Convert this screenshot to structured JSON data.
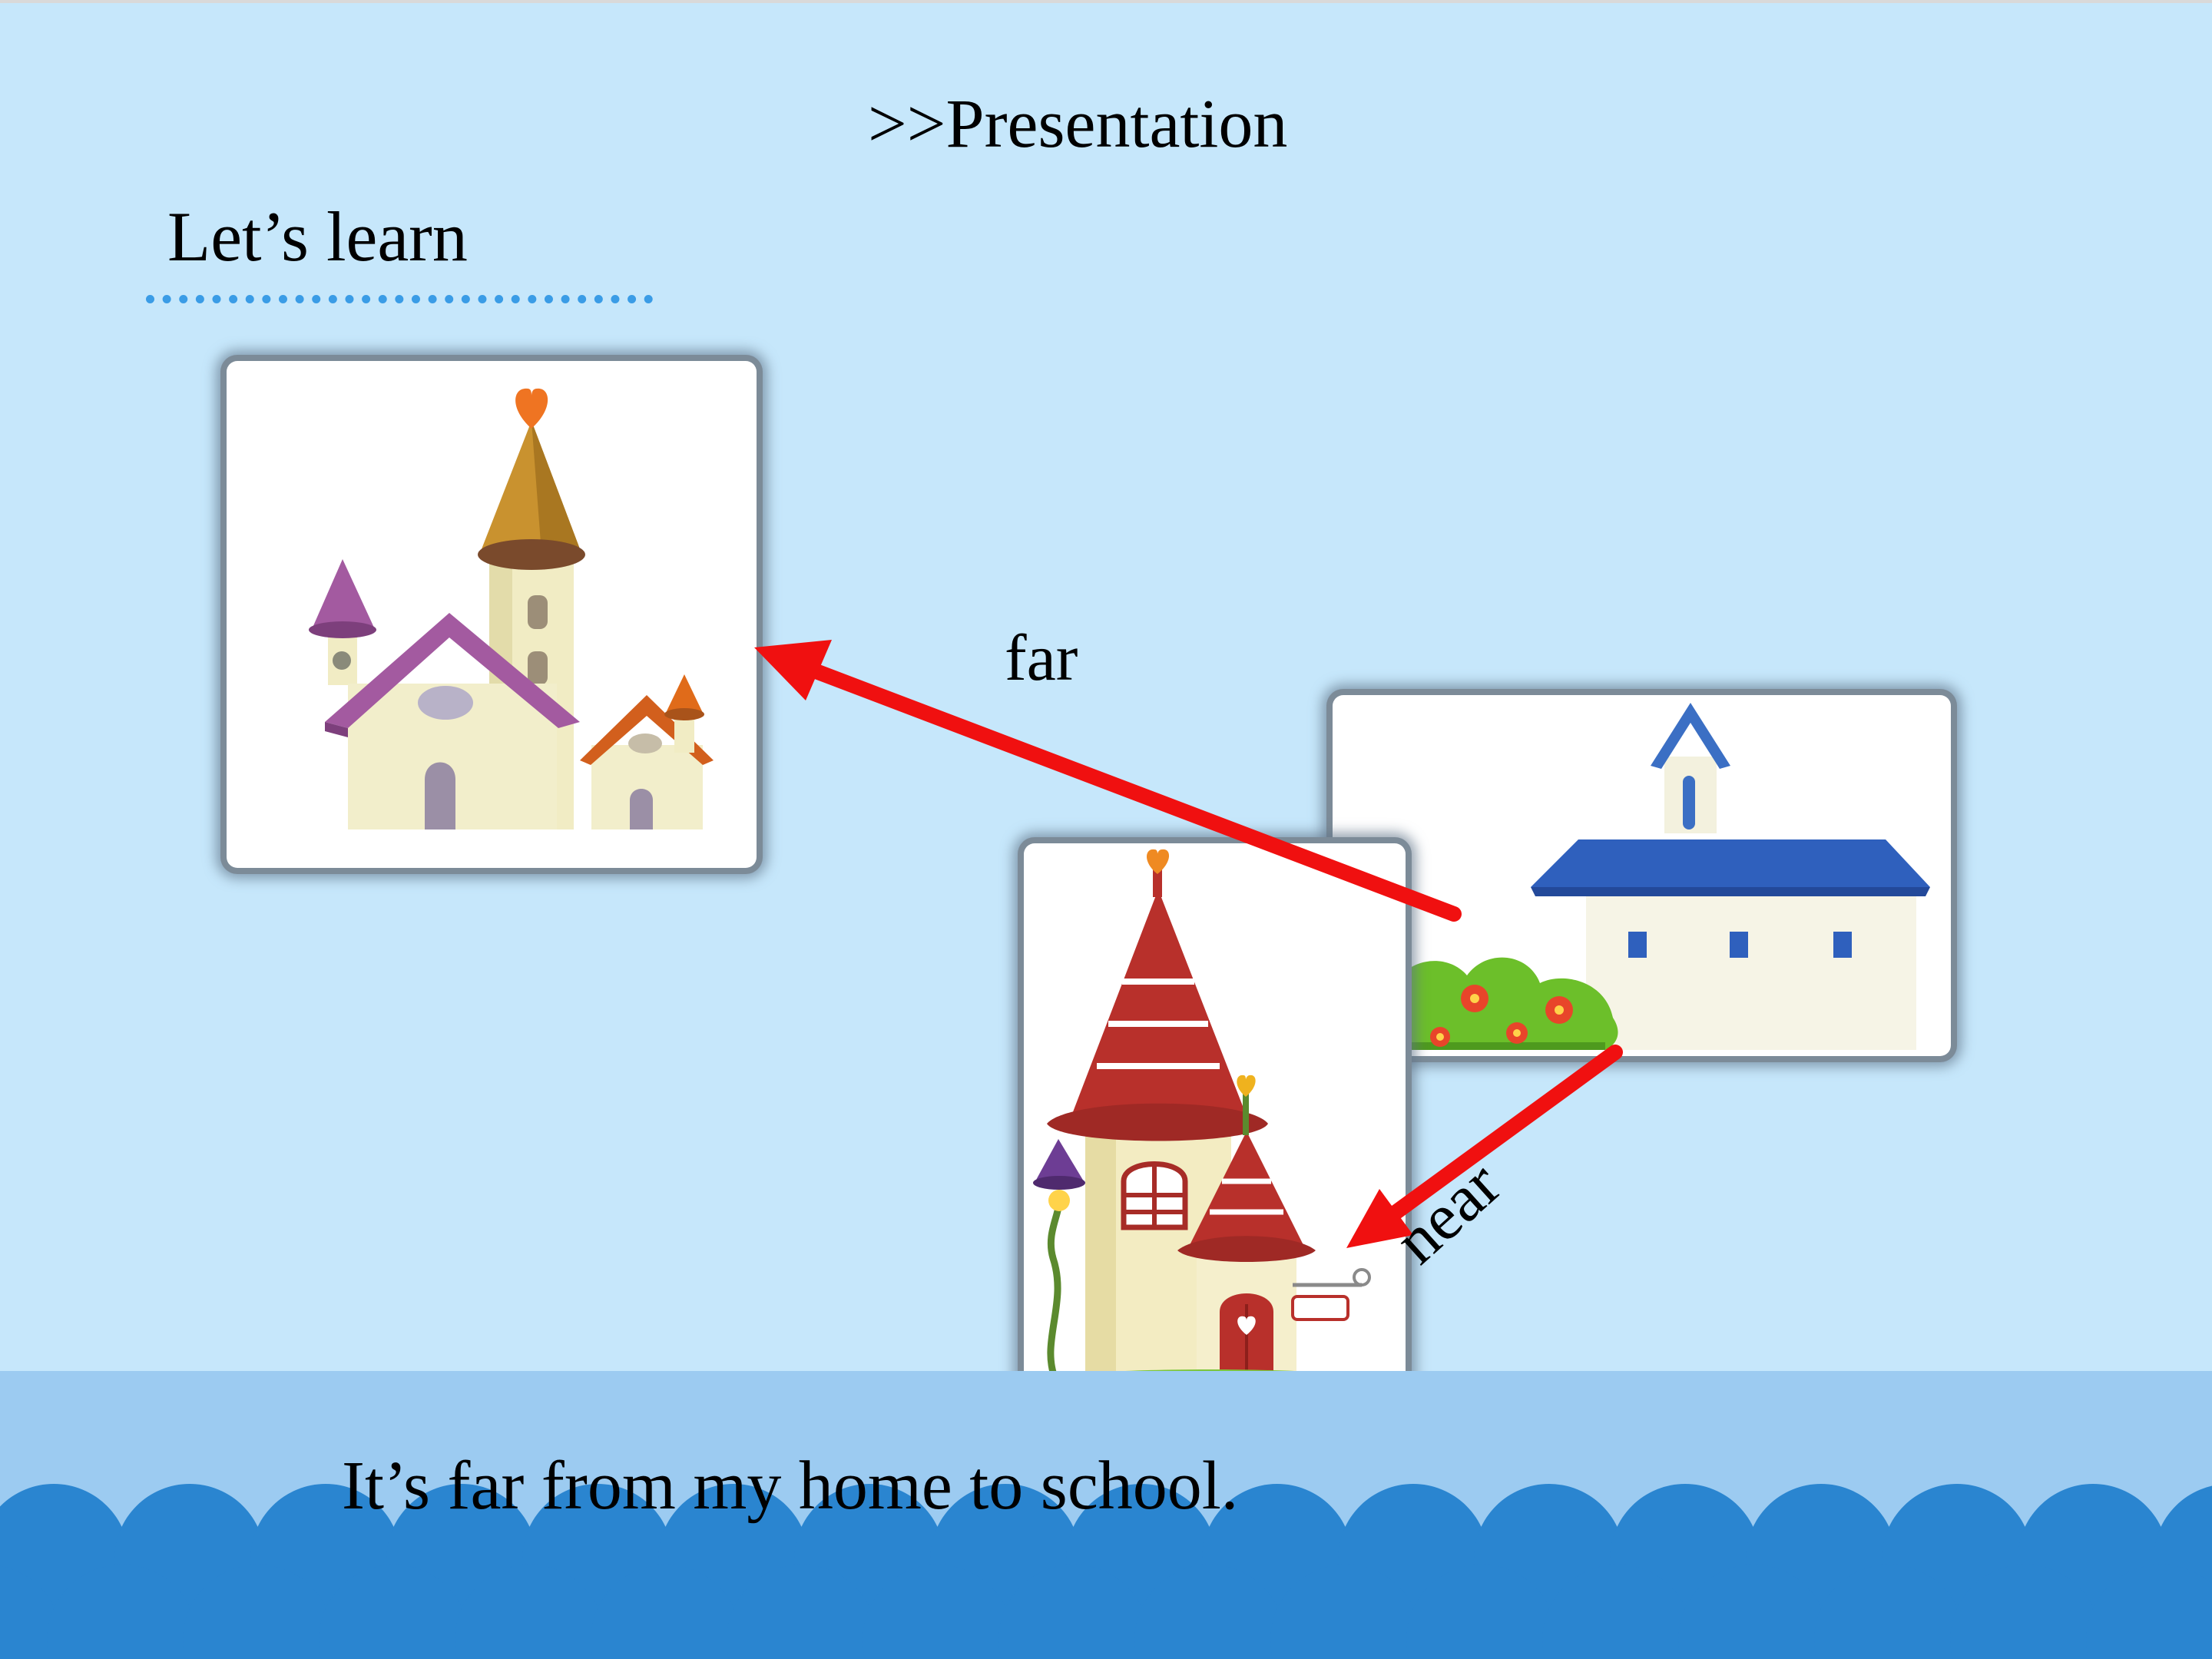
{
  "slide": {
    "section": ">>Presentation",
    "title": "Let’s learn",
    "sentence": "It’s far from my home to school."
  },
  "labels": {
    "far": "far",
    "near": "near"
  },
  "colors": {
    "background": "#c6e7fb",
    "band": "#9ccbf1",
    "waves": "#2a85d0",
    "arrow": "#f01010",
    "underline": "#3a9ce6"
  }
}
